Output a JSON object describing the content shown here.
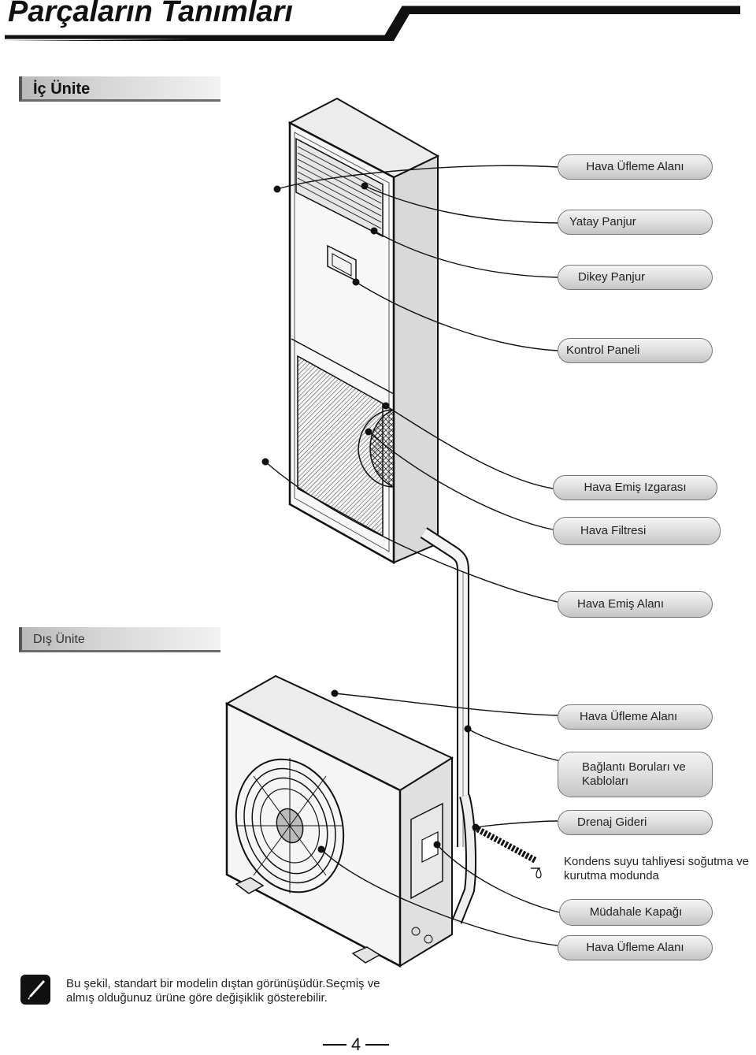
{
  "header": {
    "title": "Parçaların Tanımları"
  },
  "sections": {
    "indoor": "İç Ünite",
    "outdoor": "Dış Ünite"
  },
  "labels": {
    "indoor_air_outlet": "Hava Üfleme Alanı",
    "horizontal_louver": "Yatay Panjur",
    "vertical_louver": "Dikey Panjur",
    "control_panel": "Kontrol Paneli",
    "air_intake_grille": "Hava Emiş Izgarası",
    "air_filter": "Hava Filtresi",
    "air_intake": "Hava Emiş Alanı",
    "outdoor_air_outlet": "Hava Üfleme Alanı",
    "pipes_line1": "Bağlantı Boruları ve",
    "pipes_line2": "Kabloları",
    "drain": "Drenaj Gideri",
    "condensate_line1": "Kondens suyu tahliyesi soğutma ve",
    "condensate_line2": "kurutma modunda",
    "service_cover": "Müdahale Kapağı",
    "outdoor_air_outlet_2": "Hava Üfleme Alanı"
  },
  "note": {
    "line1": "Bu şekil, standart bir modelin dıştan görünüşüdür.Seçmiş ve",
    "line2": "almış olduğunuz ürüne göre değişiklik gösterebilir."
  },
  "page_number": "4"
}
